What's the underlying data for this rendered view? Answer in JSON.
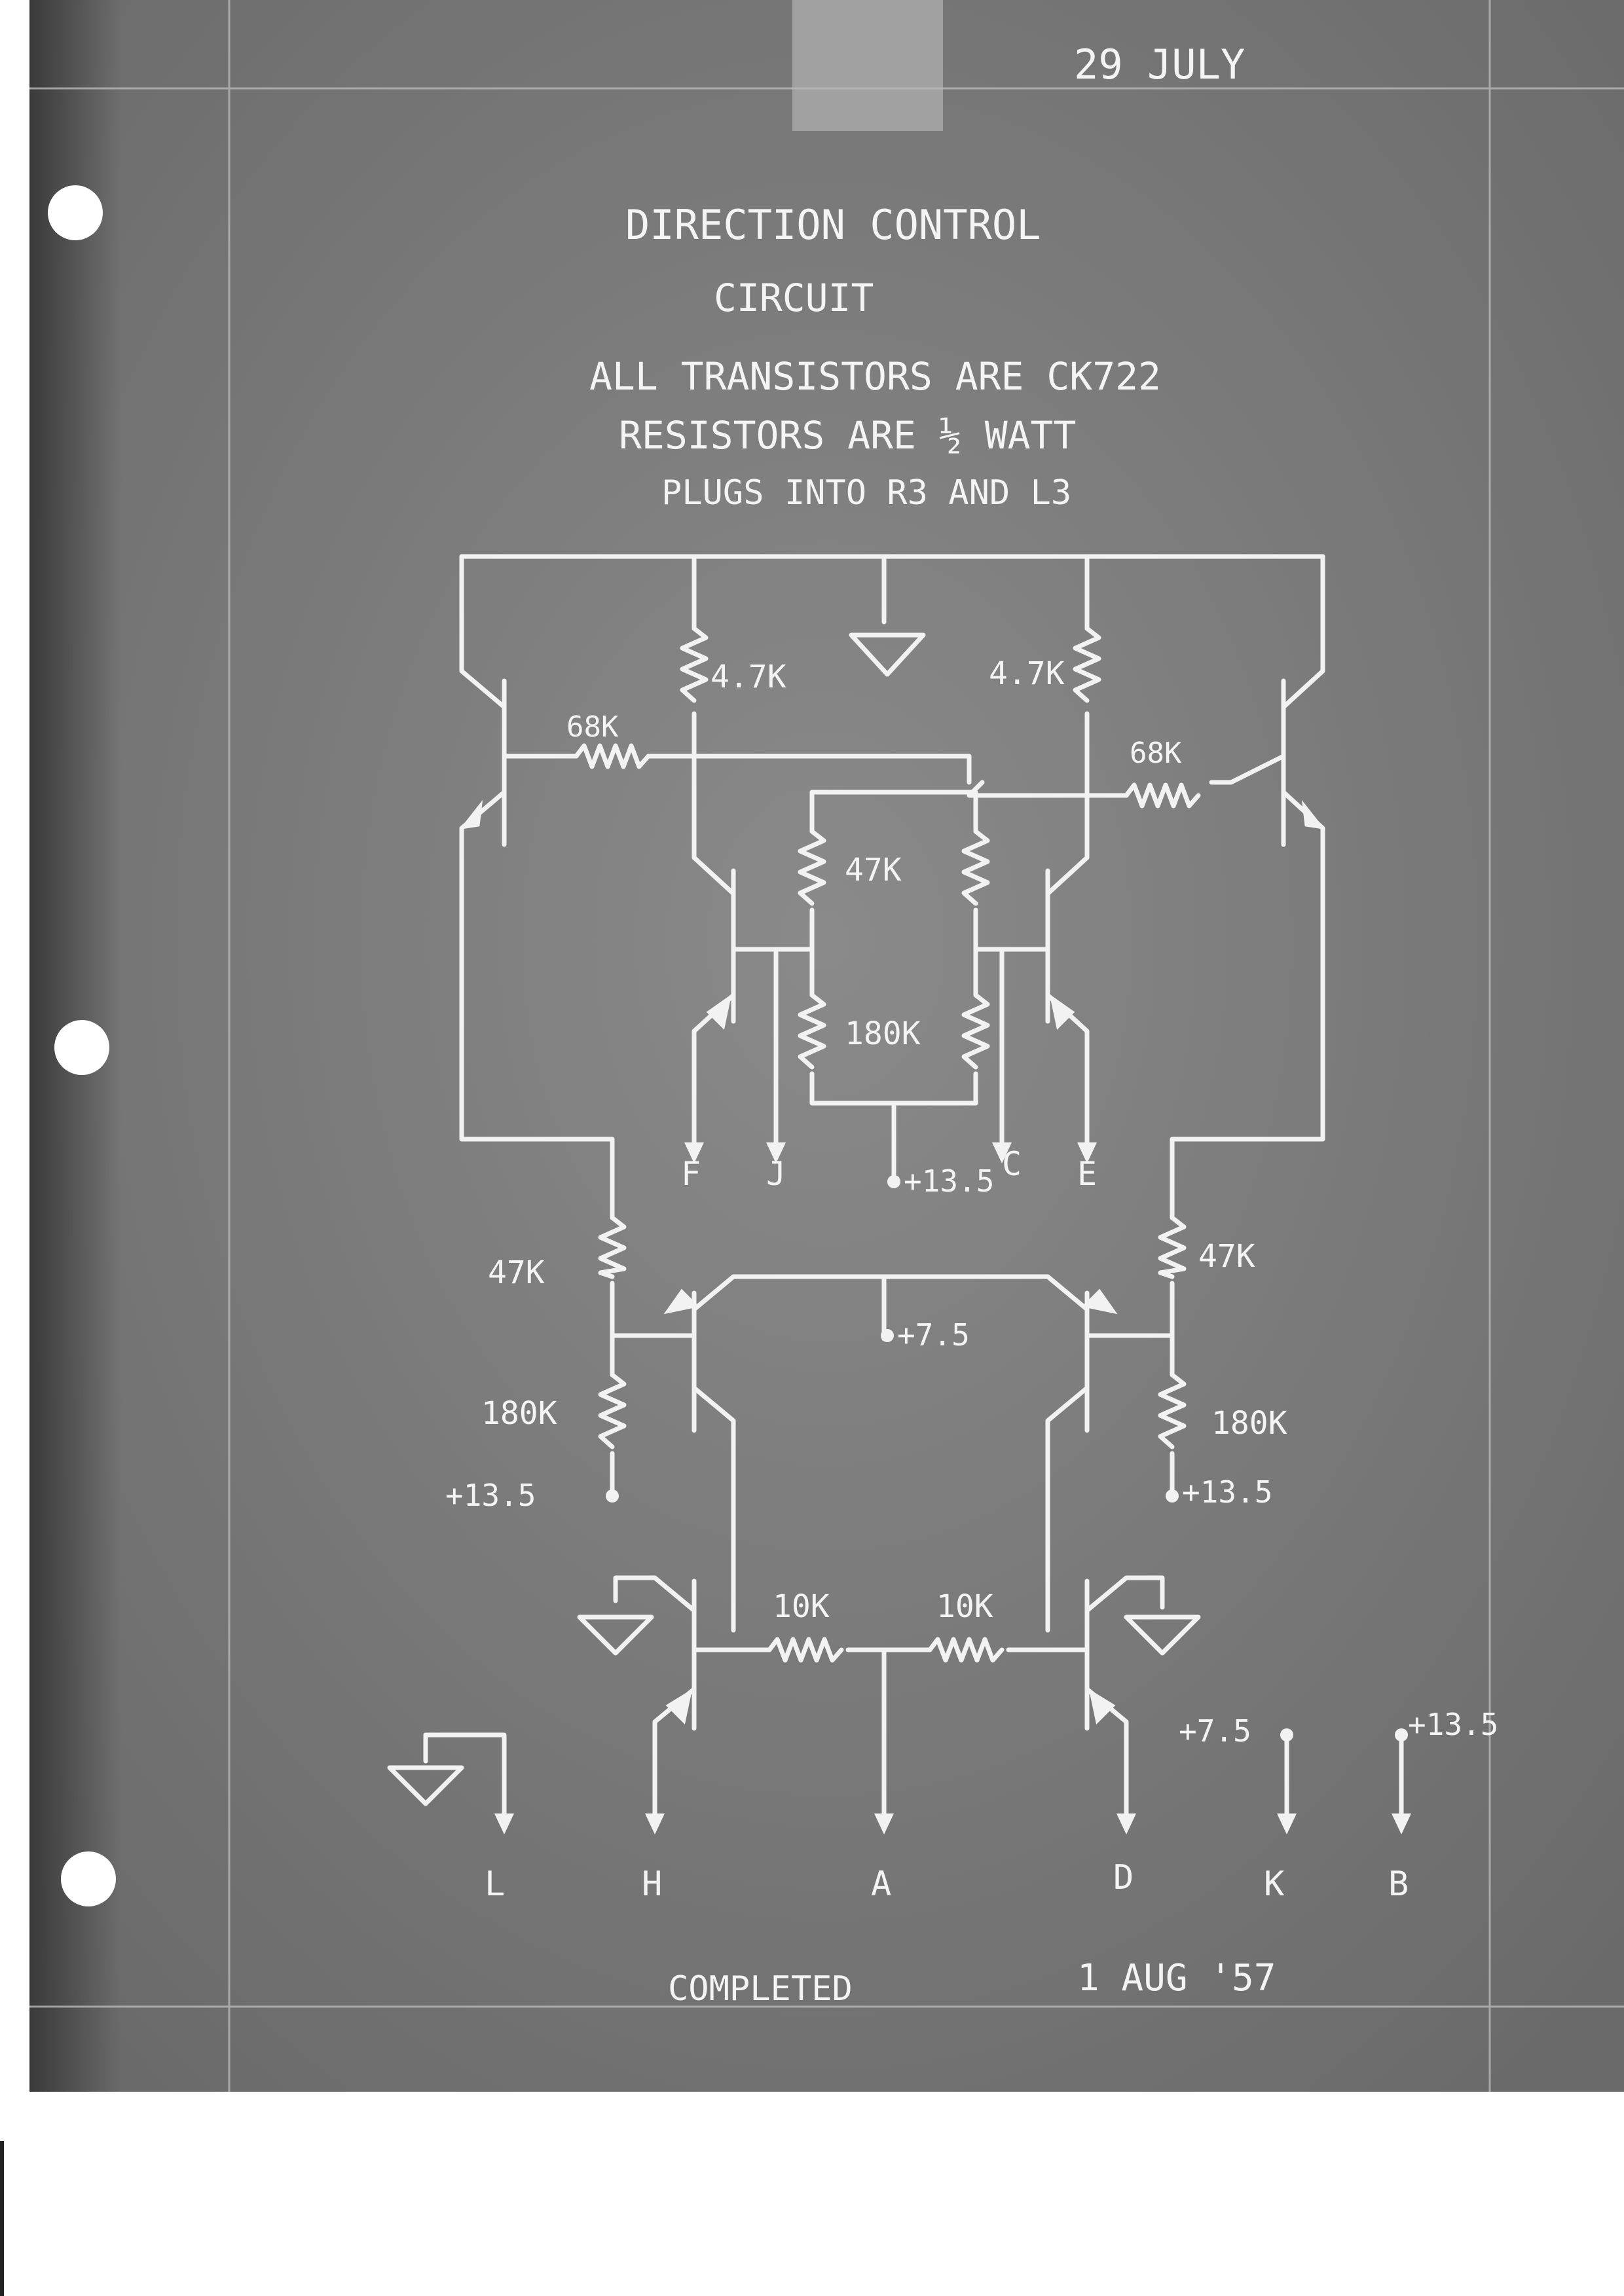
{
  "header": {
    "date": "29 JULY",
    "title_line1": "DIRECTION CONTROL",
    "title_line2": "CIRCUIT",
    "note1": "ALL TRANSISTORS ARE CK722",
    "note2": "RESISTORS ARE ½ WATT",
    "note3": "PLUGS INTO R3 AND L3"
  },
  "resistors": {
    "r_top_left": "4.7K",
    "r_top_right": "4.7K",
    "r_base_left": "68K",
    "r_base_right": "68K",
    "r_center_upper": "47K",
    "r_center_lower": "180K",
    "r_mid_left_upper": "47K",
    "r_mid_left_lower": "180K",
    "r_mid_right_upper": "47K",
    "r_mid_right_lower": "180K",
    "r_bottom_left": "10K",
    "r_bottom_right": "10K"
  },
  "supplies": {
    "center_top": "+13.5",
    "center_mid": "+7.5",
    "left_mid": "+13.5",
    "right_mid": "+13.5",
    "bottom_k": "+7.5",
    "bottom_b": "+13.5"
  },
  "pins": {
    "F": "F",
    "J": "J",
    "C": "C",
    "E": "E",
    "L": "L",
    "H": "H",
    "A": "A",
    "D": "D",
    "K": "K",
    "B": "B"
  },
  "footer": {
    "completed": "COMPLETED",
    "date": "1 AUG '57"
  }
}
